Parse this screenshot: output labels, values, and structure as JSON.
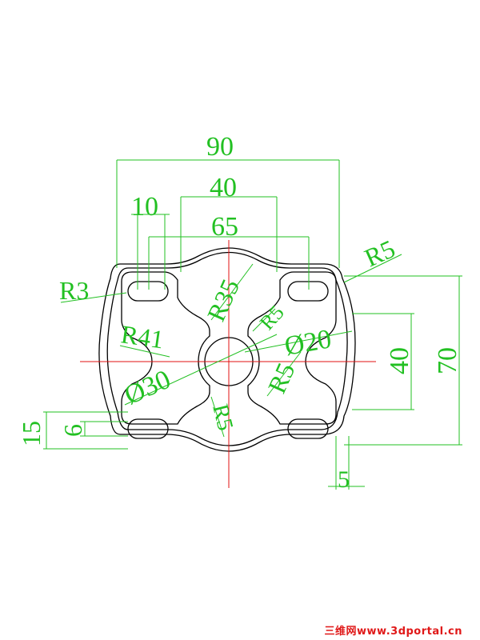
{
  "dimensions": {
    "overall_width": "90",
    "inner_width": "40",
    "slot_length": "10",
    "slot_spacing": "65",
    "r5_top": "R5",
    "r3": "R3",
    "r35": "R35",
    "r41": "R41",
    "r5_small": "R5",
    "dia20": "Ø20",
    "dia30": "Ø30",
    "r5_right": "R5",
    "r5_bottom": "R5",
    "height_40": "40",
    "height_70": "70",
    "left_15": "15",
    "left_6": "6",
    "bottom_5": "5"
  },
  "watermark": "三维网www.3dportal.cn",
  "colors": {
    "dimension": "#22c022",
    "outline": "#000000",
    "centerline": "#e01010",
    "watermark": "#e01818"
  }
}
